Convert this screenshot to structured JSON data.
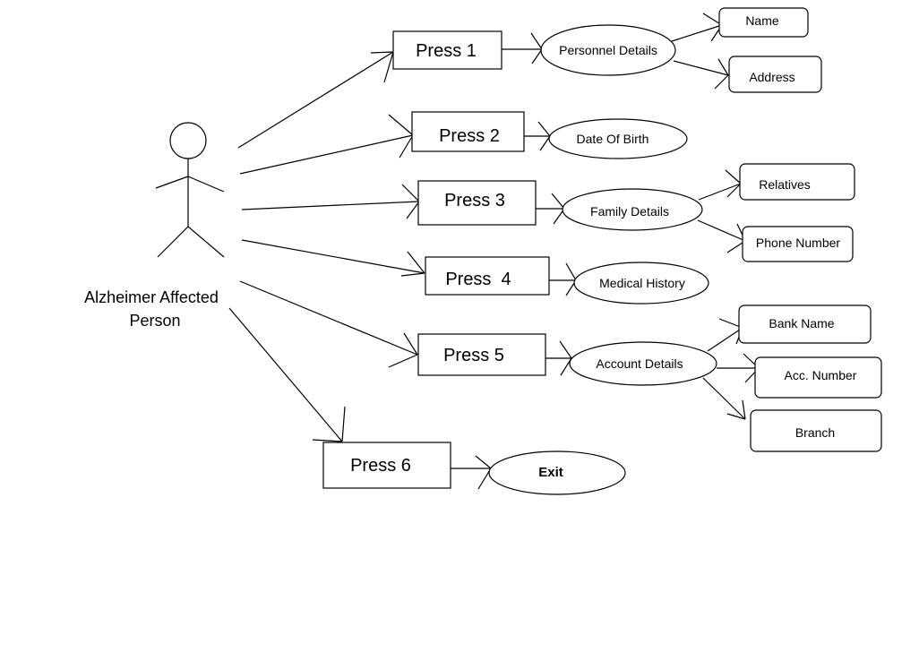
{
  "actor": {
    "label_line1": "Alzheimer Affected",
    "label_line2": "Person"
  },
  "presses": [
    {
      "label": "Press 1"
    },
    {
      "label": "Press 2"
    },
    {
      "label": "Press 3"
    },
    {
      "label": "Press  4"
    },
    {
      "label": "Press 5"
    },
    {
      "label": "Press 6"
    }
  ],
  "use_cases": [
    {
      "label": "Personnel Details"
    },
    {
      "label": "Date Of Birth"
    },
    {
      "label": "Family Details"
    },
    {
      "label": "Medical History"
    },
    {
      "label": "Account Details"
    },
    {
      "label": "Exit"
    }
  ],
  "details": [
    {
      "label": "Name"
    },
    {
      "label": "Address"
    },
    {
      "label": "Relatives"
    },
    {
      "label": "Phone Number"
    },
    {
      "label": "Bank Name"
    },
    {
      "label": "Acc. Number"
    },
    {
      "label": "Branch"
    }
  ]
}
